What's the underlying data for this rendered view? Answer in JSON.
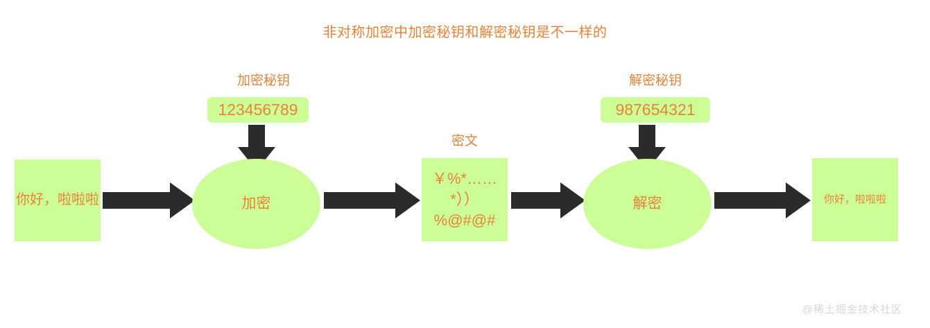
{
  "title": "非对称加密中加密秘钥和解密秘钥是不一样的",
  "theme": {
    "accent_color": "#e8833a",
    "node_fill": "#ccfd96",
    "arrow_color": "#2b2b2b",
    "background": "#ffffff",
    "watermark_color": "#d8d8d8"
  },
  "captions": {
    "encrypt_key": "加密秘钥",
    "decrypt_key": "解密秘钥",
    "ciphertext": "密文"
  },
  "keys": {
    "encrypt_key_value": "123456789",
    "decrypt_key_value": "987654321"
  },
  "nodes": {
    "plaintext": "你好，啦啦啦",
    "encrypt": "加密",
    "ciphertext": "￥%*……*））%@#@#",
    "decrypt": "解密",
    "decrypted": "你好，啦啦啦"
  },
  "watermark": "@稀土掘金技术社区"
}
